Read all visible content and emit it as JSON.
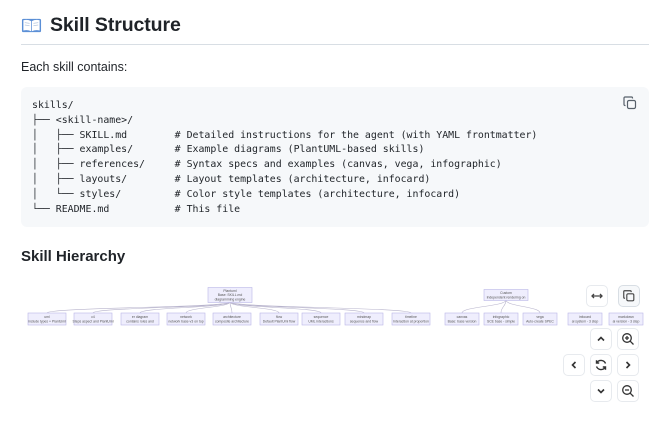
{
  "section": {
    "emoji_icon": "open-book-icon",
    "title": "Skill Structure",
    "intro": "Each skill contains:"
  },
  "code_block": {
    "lines": [
      "skills/",
      "├── <skill-name>/",
      "│   ├── SKILL.md        # Detailed instructions for the agent (with YAML frontmatter)",
      "│   ├── examples/       # Example diagrams (PlantUML-based skills)",
      "│   ├── references/     # Syntax specs and examples (canvas, vega, infographic)",
      "│   ├── layouts/        # Layout templates (architecture, infocard)",
      "│   └── styles/         # Color style templates (architecture, infocard)",
      "└── README.md           # This file"
    ],
    "copy_icon": "copy-icon"
  },
  "hierarchy": {
    "title": "Skill Hierarchy",
    "diagram": {
      "roots": [
        {
          "label": "Plantuml\nBase: SKILL.md\ndiagramming engine"
        },
        {
          "label": "Custom\nIndependent rendering on"
        }
      ],
      "children_a": [
        "uml\ninclude types + PlantUml",
        "c4\nSteps aspect and PlantUml",
        "er diagram\ncontains roles and",
        "network\nnetwork base-v3 on top",
        "architecture\ncomposite architecture",
        "flow\nDefault PlantUml flow",
        "sequence\nUML interactions",
        "mindmap\nsequence and flow",
        "timeline\nInteraction at proportion"
      ],
      "children_b": [
        "canvas\nBase: base version",
        "infographic\nSCE base - simple",
        "vega\nAuto-create SPEC"
      ],
      "children_c": [
        "infocard\nai system - 3 step",
        "markdown\nai version - 3 step"
      ]
    },
    "controls": {
      "fit_width_icon": "arrows-horizontal-icon",
      "copy_icon": "copy-icon",
      "pan_up_icon": "chevron-up-icon",
      "zoom_in_icon": "zoom-in-icon",
      "pan_left_icon": "chevron-left-icon",
      "reset_icon": "reset-icon",
      "pan_right_icon": "chevron-right-icon",
      "pan_down_icon": "chevron-down-icon",
      "zoom_out_icon": "zoom-out-icon"
    }
  }
}
